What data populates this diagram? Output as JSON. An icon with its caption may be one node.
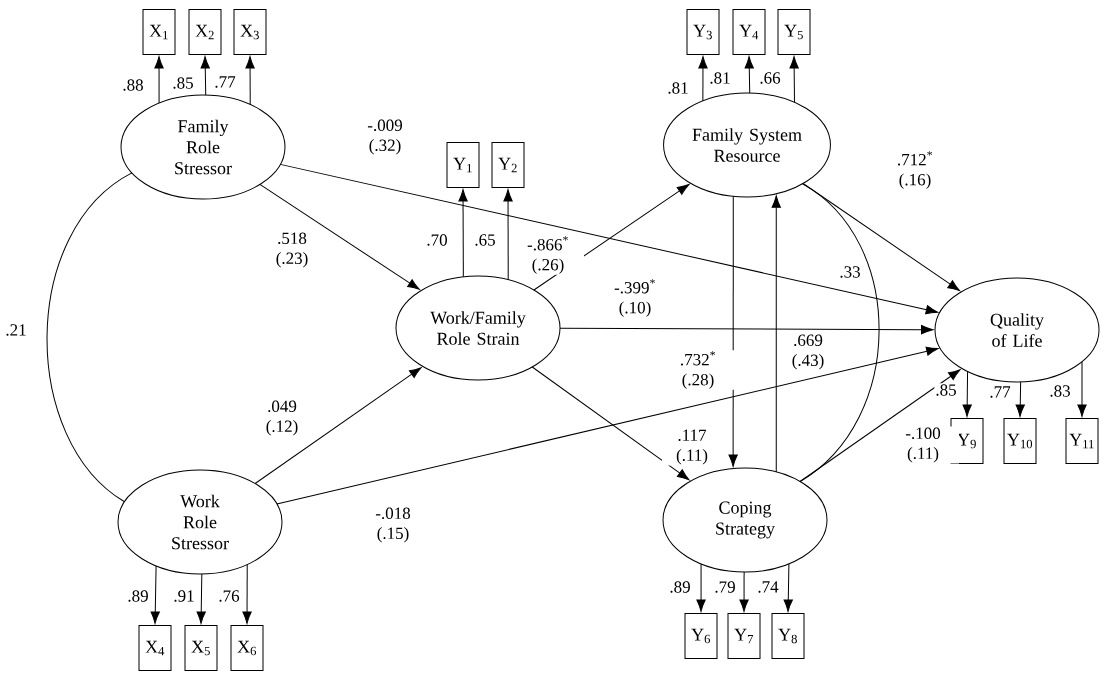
{
  "diagram": {
    "nodes": [
      {
        "text": [
          "X$_{1}$"
        ]
      },
      {
        "text": [
          "X$_{2}$"
        ]
      },
      {
        "text": [
          "X$_{3}$"
        ]
      },
      {
        "text": [
          "Y$_{3}$"
        ]
      },
      {
        "text": [
          "Y$_{4}$"
        ]
      },
      {
        "text": [
          "Y$_{5}$"
        ]
      },
      {
        "text": [
          "Family Role Stressor"
        ]
      },
      {
        "text": [
          "Family System Resource"
        ]
      },
      {
        "text": [
          "Y$_{1}$"
        ]
      },
      {
        "text": [
          "Y$_{2}$"
        ]
      },
      {
        "text": [
          "Work/Family Role Strain"
        ]
      },
      {
        "text": [
          "Quality of Life"
        ]
      },
      {
        "text": [
          "Y$_{9}$"
        ]
      },
      {
        "text": [
          "Y$_{10}$"
        ]
      },
      {
        "text": [
          "Y$_{11}$"
        ]
      },
      {
        "text": [
          "Work Role Stressor"
        ]
      },
      {
        "text": [
          "Coping Strategy"
        ]
      },
      {
        "text": [
          "Y$_{6}$"
        ]
      },
      {
        "text": [
          "Y$_{7}$"
        ]
      },
      {
        "text": [
          "Y$_{8}$"
        ]
      },
      {
        "text": [
          "X$_{4}$"
        ]
      },
      {
        "text": [
          "X$_{5}$"
        ]
      },
      {
        "text": [
          "X$_{6}$"
        ]
      }
    ],
    "edges": [
      {
        "from": 6,
        "to": 0,
        "arrow": "to",
        "label": ".88"
      },
      {
        "from": 6,
        "to": 1,
        "arrow": "to",
        "label": ".85"
      },
      {
        "from": 6,
        "to": 2,
        "arrow": "to",
        "label": ".77"
      },
      {
        "from": 7,
        "to": 3,
        "arrow": "to",
        "label": ".81"
      },
      {
        "from": 7,
        "to": 4,
        "arrow": "to",
        "label": ".81"
      },
      {
        "from": 7,
        "to": 5,
        "arrow": "to",
        "label": ".66"
      },
      {
        "from": 10,
        "to": 8,
        "arrow": "to",
        "label": ".70"
      },
      {
        "from": 10,
        "to": 9,
        "arrow": "to",
        "label": ".65"
      },
      {
        "from": 11,
        "to": 12,
        "arrow": "to",
        "label": ".85"
      },
      {
        "from": 11,
        "to": 13,
        "arrow": "to",
        "label": ".77"
      },
      {
        "from": 11,
        "to": 14,
        "arrow": "to",
        "label": ".83"
      },
      {
        "from": 15,
        "to": 20,
        "arrow": "to",
        "label": ".89"
      },
      {
        "from": 15,
        "to": 21,
        "arrow": "to",
        "label": ".91"
      },
      {
        "from": 15,
        "to": 22,
        "arrow": "to",
        "label": ".76"
      },
      {
        "from": 16,
        "to": 17,
        "arrow": "to",
        "label": ".89"
      },
      {
        "from": 16,
        "to": 18,
        "arrow": "to",
        "label": ".79"
      },
      {
        "from": 16,
        "to": 19,
        "arrow": "to",
        "label": ".74"
      },
      {
        "from": 6,
        "to": 15,
        "arrow": "none",
        "label": ".21"
      },
      {
        "from": 6,
        "to": 10,
        "arrow": "to",
        "label": ".518 (.23)"
      },
      {
        "from": 6,
        "to": 11,
        "arrow": "to",
        "label": "-.009 (.32)"
      },
      {
        "from": 15,
        "to": 10,
        "arrow": "to",
        "label": ".049 (.12)"
      },
      {
        "from": 15,
        "to": 11,
        "arrow": "to",
        "label": "-.018 (.15)"
      },
      {
        "from": 10,
        "to": 7,
        "arrow": "to",
        "label": "-.866$^{*}$ (.26)"
      },
      {
        "from": 10,
        "to": 11,
        "arrow": "to",
        "label": "-.399$^{*}$ (.10)"
      },
      {
        "from": 10,
        "to": 16,
        "arrow": "to",
        "label": ".117 (.11)"
      },
      {
        "from": 7,
        "to": 16,
        "arrow": "to",
        "label": ".732$^{*}$ (.28)"
      },
      {
        "from": 16,
        "to": 7,
        "arrow": "to",
        "label": ".669 (.43)"
      },
      {
        "from": 7,
        "to": 16,
        "arrow": "none",
        "label": ".33"
      },
      {
        "from": 7,
        "to": 11,
        "arrow": "to",
        "label": ".712$^{*}$ (.16)"
      },
      {
        "from": 16,
        "to": 11,
        "arrow": "to",
        "label": "-.100 (.11)"
      }
    ]
  }
}
